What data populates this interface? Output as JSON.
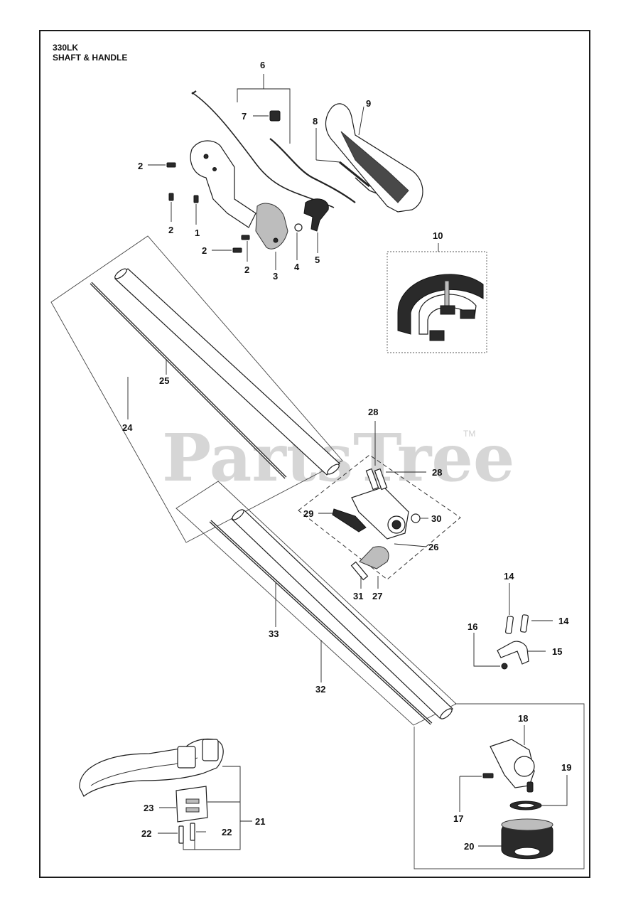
{
  "header": {
    "model": "330LK",
    "section": "SHAFT & HANDLE"
  },
  "watermark": {
    "text": "PartsTree",
    "trademark": "TM"
  },
  "callouts": {
    "c1": "1",
    "c2a": "2",
    "c2b": "2",
    "c2c": "2",
    "c2d": "2",
    "c3": "3",
    "c4": "4",
    "c5": "5",
    "c6": "6",
    "c7": "7",
    "c8": "8",
    "c9": "9",
    "c10": "10",
    "c14a": "14",
    "c14b": "14",
    "c15": "15",
    "c16": "16",
    "c17": "17",
    "c18": "18",
    "c19": "19",
    "c20": "20",
    "c21": "21",
    "c22a": "22",
    "c22b": "22",
    "c23": "23",
    "c24": "24",
    "c25": "25",
    "c26": "26",
    "c27": "27",
    "c28a": "28",
    "c28b": "28",
    "c29": "29",
    "c30": "30",
    "c31": "31",
    "c32": "32",
    "c33": "33"
  },
  "colors": {
    "frame": "#1a1a1a",
    "watermark": "#d6d6d6",
    "linework": "#1c1c1c"
  }
}
